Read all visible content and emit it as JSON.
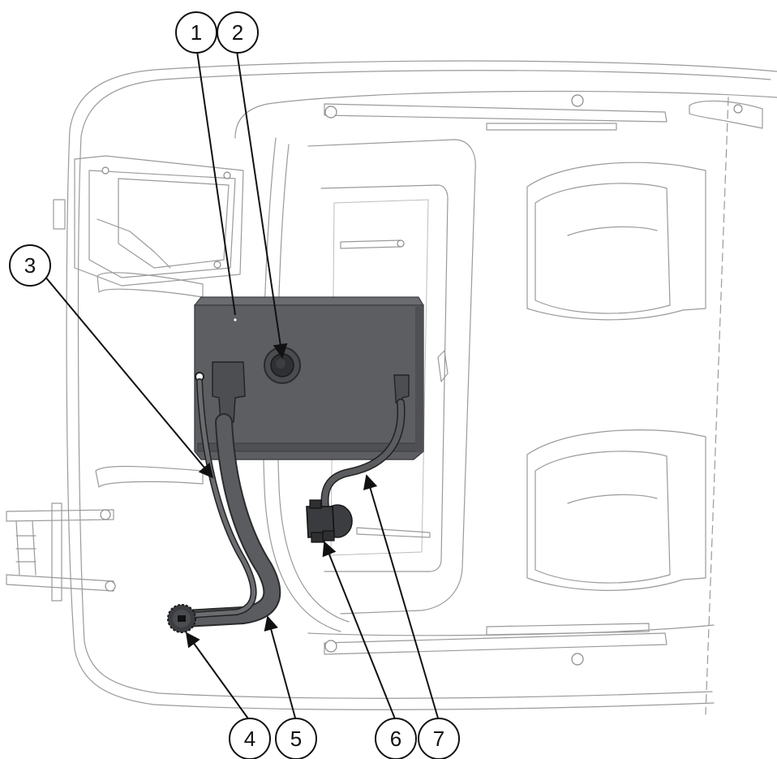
{
  "diagram": {
    "colors": {
      "line_art": "#9a9a9a",
      "tank": "#5c5e62",
      "tank_top": "#6a6c70",
      "hose": "#57595c",
      "callout": "#111111"
    },
    "callouts": [
      {
        "number": "1",
        "points_to": "tank-body"
      },
      {
        "number": "2",
        "points_to": "filler-cap"
      },
      {
        "number": "3",
        "points_to": "vent-hose"
      },
      {
        "number": "4",
        "points_to": "deck-fitting"
      },
      {
        "number": "5",
        "points_to": "fill-hose"
      },
      {
        "number": "6",
        "points_to": "fuel-valve"
      },
      {
        "number": "7",
        "points_to": "fuel-line"
      }
    ]
  }
}
